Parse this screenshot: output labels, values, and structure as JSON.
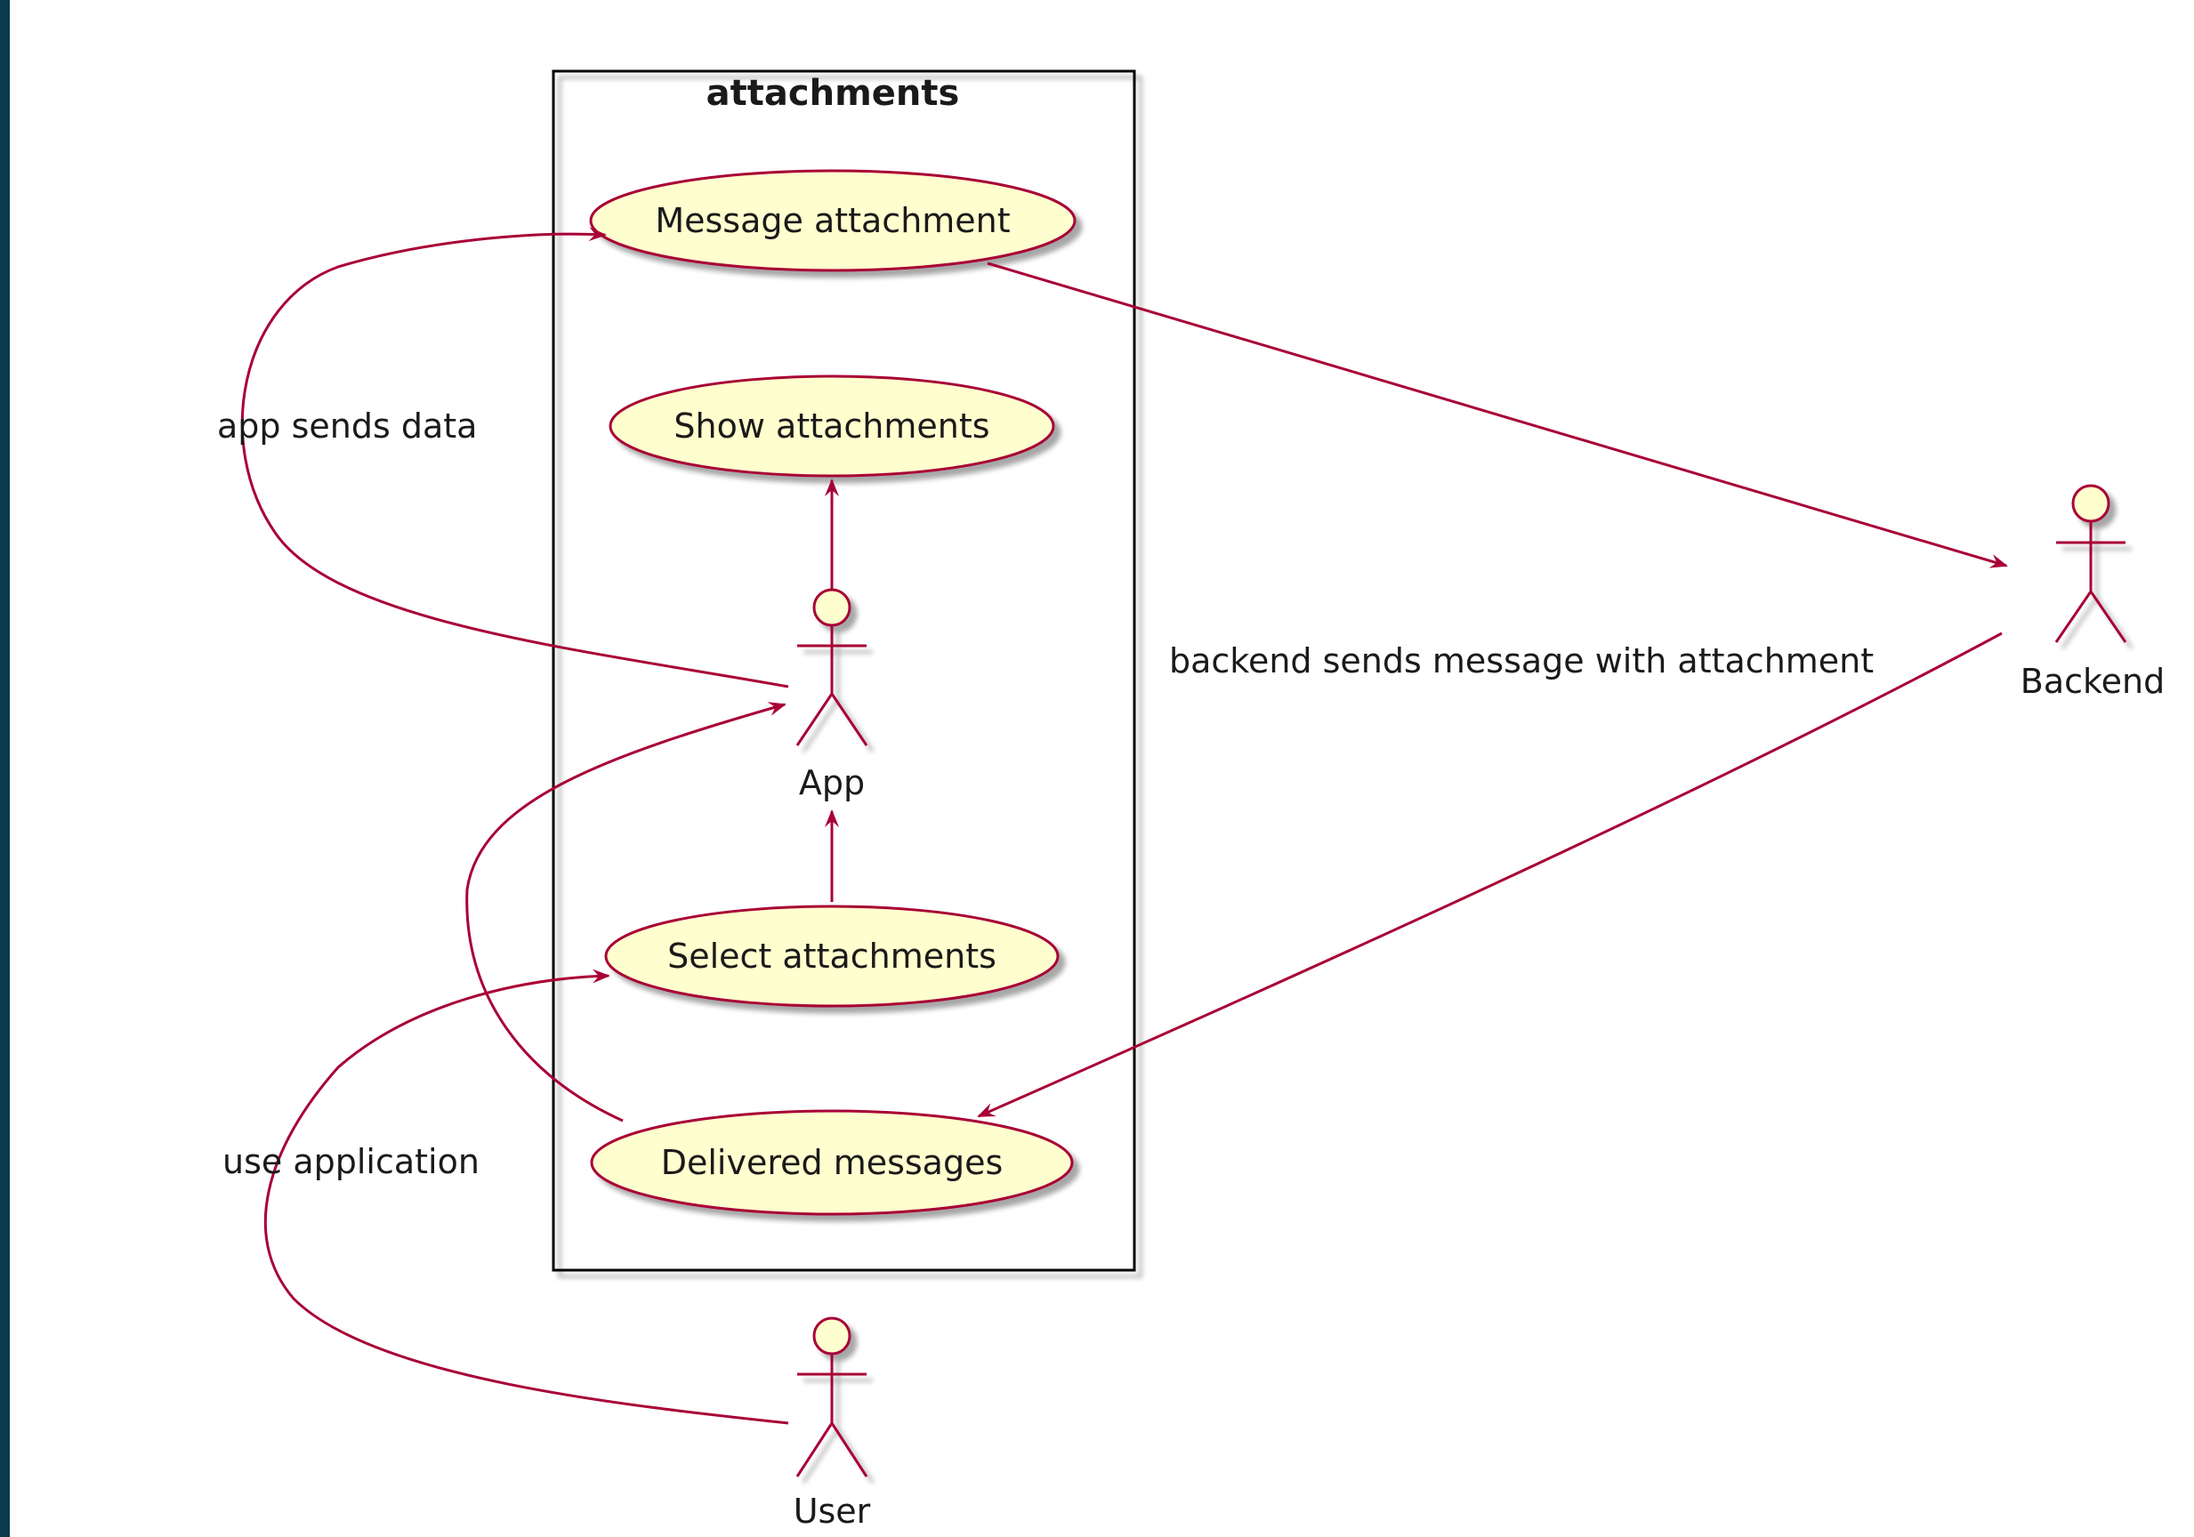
{
  "diagram": {
    "package": {
      "title": "attachments"
    },
    "use_cases": {
      "message_attachment": "Message attachment",
      "show_attachments": "Show attachments",
      "select_attachments": "Select attachments",
      "delivered_messages": "Delivered messages"
    },
    "actors": {
      "app": "App",
      "backend": "Backend",
      "user": "User"
    },
    "edge_labels": {
      "app_sends_data": "app sends data",
      "backend_sends": "backend sends message with attachment",
      "use_application": "use application"
    },
    "colors": {
      "line": "#a80036",
      "fill": "#fefece",
      "shadow": "#c8c8c8",
      "border": "#000000",
      "left_edge": "#0b3a4f"
    }
  }
}
